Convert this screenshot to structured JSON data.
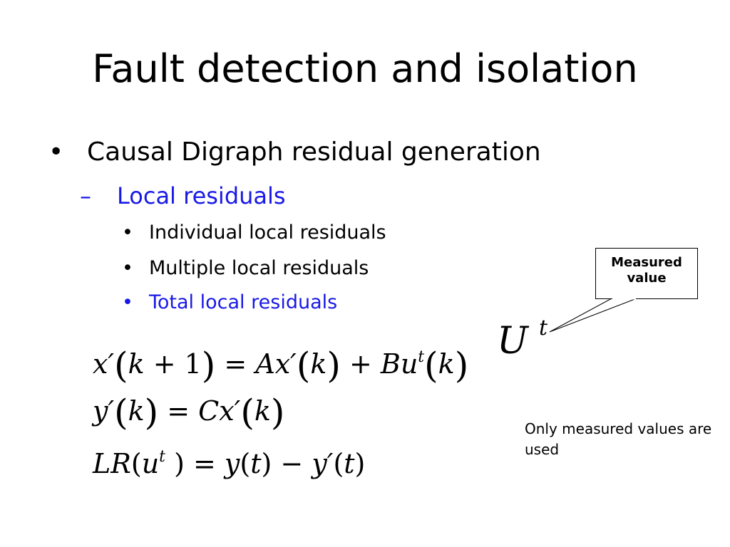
{
  "slide": {
    "title": "Fault detection and isolation",
    "bullet_level1": {
      "marker": "•",
      "text": "Causal Digraph residual generation"
    },
    "bullet_level2": {
      "marker": "–",
      "text": "Local residuals"
    },
    "bullets_level3": [
      {
        "marker": "•",
        "text": "Individual local residuals"
      },
      {
        "marker": "•",
        "text": "Multiple local residuals"
      },
      {
        "marker": "•",
        "text": "Total local residuals"
      }
    ],
    "equations": [
      {
        "parts": [
          "x′",
          "(",
          "k",
          " + 1",
          ")",
          " = ",
          "Ax′",
          "(",
          "k",
          ")",
          " + ",
          "Bu",
          "t",
          "(",
          "k",
          ")"
        ]
      },
      {
        "parts": [
          "y′",
          "(",
          "k",
          ")",
          " = ",
          "Cx′",
          "(",
          "k",
          ")"
        ]
      },
      {
        "parts": [
          "LR",
          "(",
          "u",
          "t",
          " ) = ",
          "y",
          "(",
          "t",
          ") − ",
          "y′",
          "(",
          "t",
          ")"
        ]
      }
    ],
    "callout": {
      "line1": "Measured",
      "line2": "value"
    },
    "measured_variable": {
      "symbol": "U",
      "superscript": "t"
    },
    "note": "Only measured values are used",
    "colors": {
      "accent_blue": "#1919e6",
      "text": "#000000",
      "background": "#ffffff"
    }
  }
}
